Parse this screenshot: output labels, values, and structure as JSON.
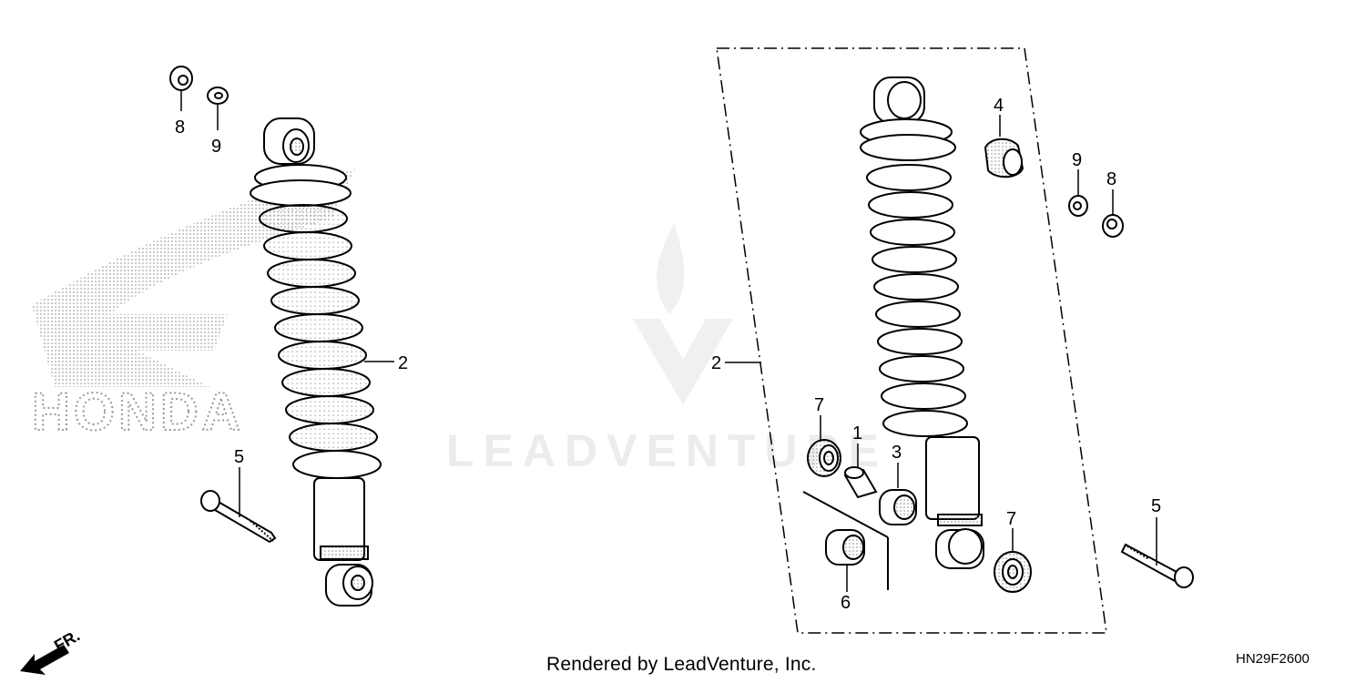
{
  "diagram": {
    "credit": "Rendered by LeadVenture, Inc.",
    "diagram_code": "HN29F2600",
    "watermark_text": "LEADVENTURE",
    "background_logo_text": "HONDA",
    "direction_label": "FR.",
    "callouts": {
      "left_nut": "8",
      "left_washer": "9",
      "left_shock": "2",
      "left_bolt": "5",
      "right_assembly": "2",
      "right_rubber": "4",
      "right_washer": "9",
      "right_nut": "8",
      "bearing_upper": "7",
      "collar": "1",
      "bushing": "3",
      "bearing_lower": "7",
      "bushing_cap": "6",
      "right_bolt": "5"
    }
  }
}
